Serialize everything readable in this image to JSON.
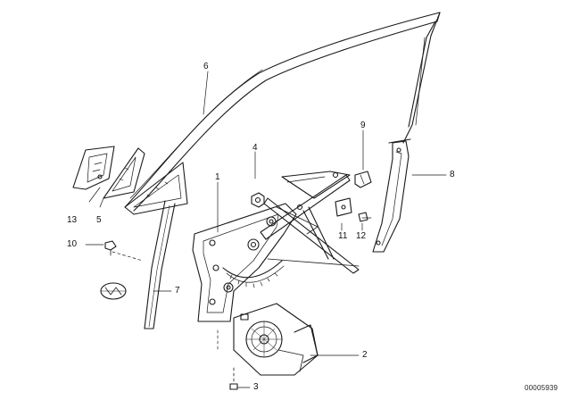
{
  "diagram": {
    "callouts": {
      "p1": "1",
      "p2": "2",
      "p3": "3",
      "p4": "4",
      "p5": "5",
      "p6": "6",
      "p7": "7",
      "p8": "8",
      "p9": "9",
      "p10": "10",
      "p11": "11",
      "p12": "12",
      "p13": "13"
    },
    "drawing_code": "00005939"
  }
}
